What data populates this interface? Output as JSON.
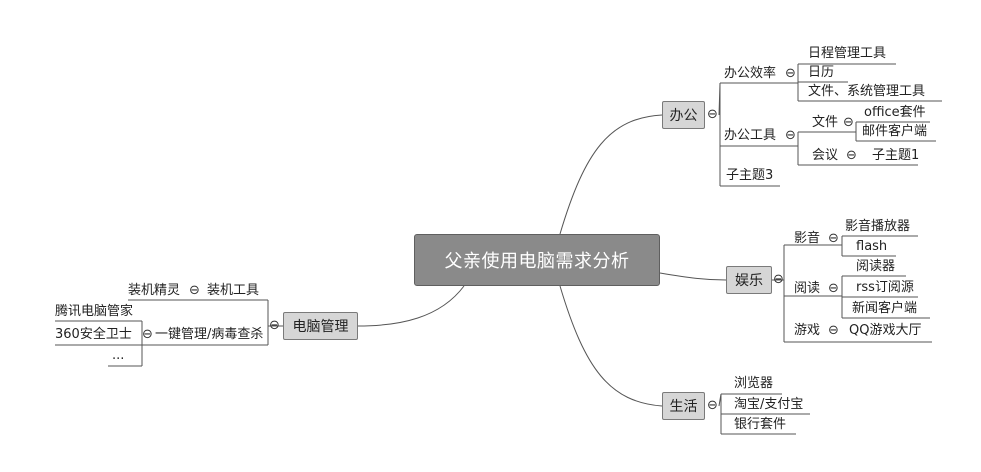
{
  "mindmap": {
    "root": "父亲使用电脑需求分析",
    "collapse_symbol": "⊖",
    "colors": {
      "root_fill": "#8a8a8a",
      "main_fill": "#d6d6d6",
      "line": "#555555"
    },
    "office": {
      "label": "办公",
      "efficiency": {
        "label": "办公效率",
        "items": [
          "日程管理工具",
          "日历",
          "文件、系统管理工具"
        ]
      },
      "tools": {
        "label": "办公工具",
        "file": {
          "label": "文件",
          "items": [
            "office套件",
            "邮件客户端"
          ]
        },
        "meeting": {
          "label": "会议",
          "items": [
            "子主题1"
          ]
        }
      },
      "topic3": "子主题3"
    },
    "entertainment": {
      "label": "娱乐",
      "video": {
        "label": "影音",
        "items": [
          "影音播放器",
          "flash"
        ]
      },
      "reading": {
        "label": "阅读",
        "items": [
          "阅读器",
          "rss订阅源",
          "新闻客户端"
        ]
      },
      "games": {
        "label": "游戏",
        "items": [
          "QQ游戏大厅"
        ]
      }
    },
    "life": {
      "label": "生活",
      "items": [
        "浏览器",
        "淘宝/支付宝",
        "银行套件"
      ]
    },
    "computer": {
      "label": "电脑管理",
      "install": {
        "label": "装机工具",
        "items": [
          "装机精灵"
        ]
      },
      "manage": {
        "label": "一键管理/病毒查杀",
        "items": [
          "腾讯电脑管家",
          "360安全卫士",
          "..."
        ]
      }
    }
  }
}
